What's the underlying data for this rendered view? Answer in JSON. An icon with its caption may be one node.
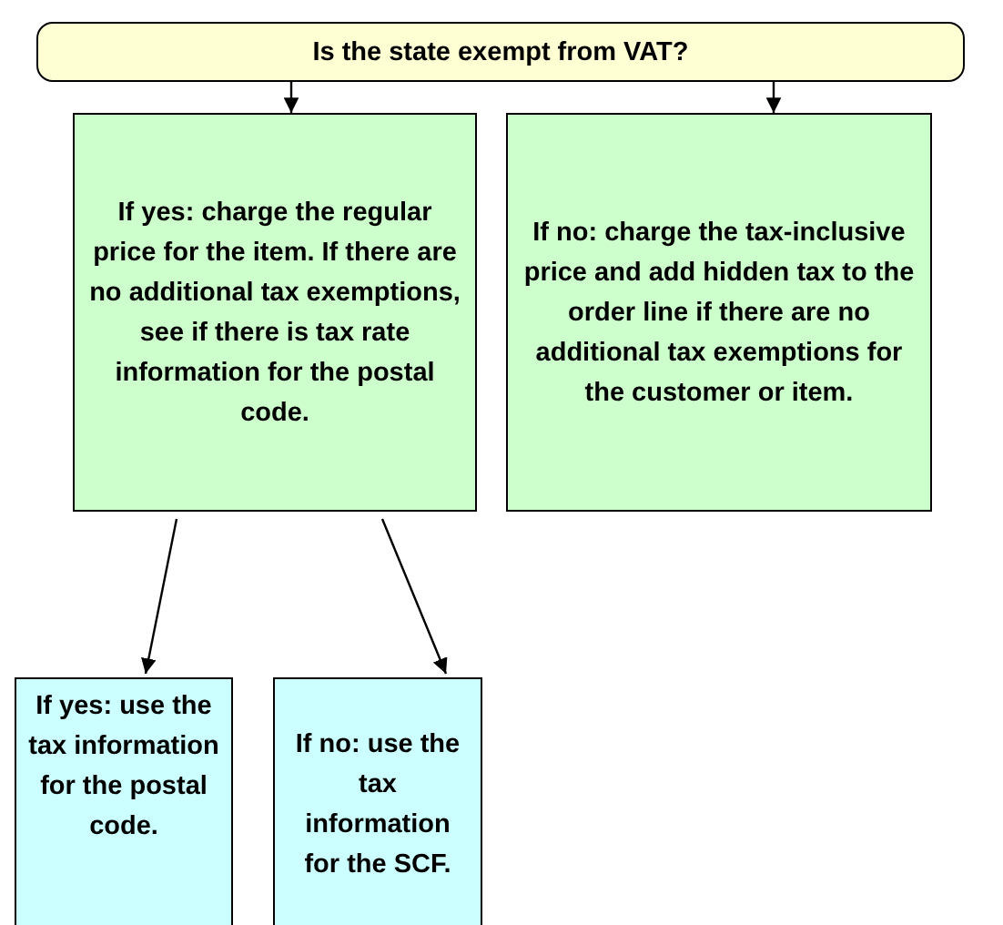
{
  "diagram": {
    "nodes": [
      {
        "text": [
          "Is the state exempt from VAT?"
        ]
      },
      {
        "text": [
          "If yes: charge the regular price for the item. If there are no additional tax exemptions, see if there is tax rate information for the postal code."
        ]
      },
      {
        "text": [
          "If no: charge the tax-inclusive price and add hidden tax to the order line if there are no additional tax exemptions for the customer or item."
        ]
      },
      {
        "text": [
          "If yes: use the tax information for the postal code."
        ]
      },
      {
        "text": [
          "If no: use the tax information for the SCF."
        ]
      }
    ],
    "edges": [
      {
        "from": 0,
        "to": 1,
        "arrow": "to"
      },
      {
        "from": 0,
        "to": 2,
        "arrow": "to"
      },
      {
        "from": 1,
        "to": 3,
        "arrow": "to"
      },
      {
        "from": 1,
        "to": 4,
        "arrow": "to"
      }
    ]
  }
}
